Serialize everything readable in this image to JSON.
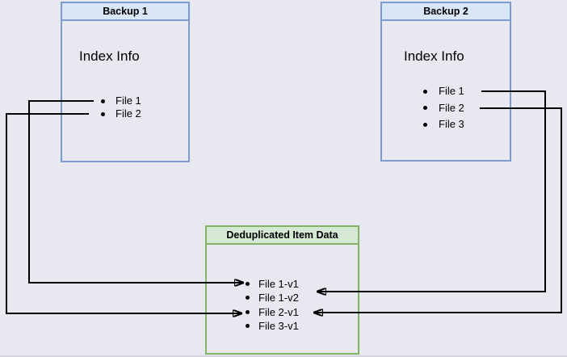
{
  "backup1": {
    "title": "Backup 1",
    "section_label": "Index Info",
    "files": [
      "File 1",
      "File 2"
    ]
  },
  "backup2": {
    "title": "Backup 2",
    "section_label": "Index Info",
    "files": [
      "File 1",
      "File 2",
      "File 3"
    ]
  },
  "dedup": {
    "title": "Deduplicated Item Data",
    "items": [
      "File 1-v1",
      "File 1-v2",
      "File 2-v1",
      "File 3-v1"
    ]
  },
  "connections": [
    {
      "from": "Backup 1 / File 1",
      "to": "File 1-v1"
    },
    {
      "from": "Backup 1 / File 2",
      "to": "File 2-v1"
    },
    {
      "from": "Backup 2 / File 1",
      "to": "File 1-v2"
    },
    {
      "from": "Backup 2 / File 2",
      "to": "File 2-v1"
    }
  ],
  "colors": {
    "background": "#e8e8f1",
    "blue_header_fill": "#d8e6f7",
    "blue_border": "#7d9bce",
    "green_header_fill": "#d5e8d4",
    "green_border": "#82b366",
    "connector": "#000000",
    "text": "#000000"
  }
}
